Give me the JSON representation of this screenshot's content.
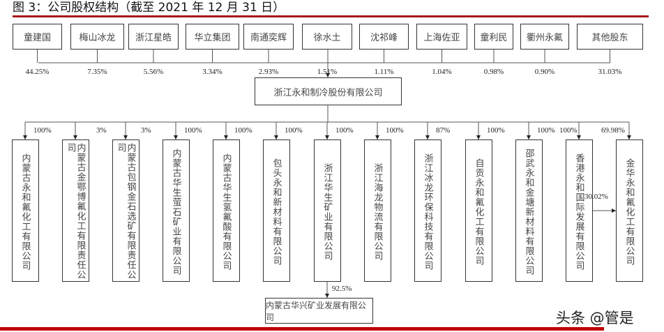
{
  "title": "图 3：公司股权结构（截至 2021 年 12 月 31 日）",
  "shareholders": [
    {
      "name": "童建国",
      "pct": "44.25%"
    },
    {
      "name": "梅山冰龙",
      "pct": "7.35%"
    },
    {
      "name": "浙江星皓",
      "pct": "5.56%"
    },
    {
      "name": "华立集团",
      "pct": "3.34%"
    },
    {
      "name": "南通奕辉",
      "pct": "2.93%"
    },
    {
      "name": "徐水土",
      "pct": "1.51%"
    },
    {
      "name": "沈祁峰",
      "pct": "1.11%"
    },
    {
      "name": "上海佐亚",
      "pct": "1.04%"
    },
    {
      "name": "童利民",
      "pct": "0.98%"
    },
    {
      "name": "衢州永氟",
      "pct": "0.90%"
    },
    {
      "name": "其他股东",
      "pct": "31.03%"
    }
  ],
  "parent": "浙江永和制冷股份有限公司",
  "subsidiaries": [
    {
      "name": "内蒙古永和氟化工有限公司",
      "pct": "100%"
    },
    {
      "name": "内蒙古金鄂博氟化工有限责任公司",
      "pct": "3%"
    },
    {
      "name": "内蒙古包钢金石选矿有限责任公司",
      "pct": "3%"
    },
    {
      "name": "内蒙古华生萤石矿业有限公司",
      "pct": "100%"
    },
    {
      "name": "内蒙古华生氢氟酸有限公司",
      "pct": "100%"
    },
    {
      "name": "包头永和新材料有限公司",
      "pct": "100%"
    },
    {
      "name": "浙江华生矿业有限公司",
      "pct": "100%"
    },
    {
      "name": "浙江海龙物流有限公司",
      "pct": "100%"
    },
    {
      "name": "浙江冰龙环保科技有限公司",
      "pct": "87%"
    },
    {
      "name": "自贡永和氟化工有限公司",
      "pct": "100%"
    },
    {
      "name": "邵武永和金塘新材料有限公司",
      "pct": "100%"
    },
    {
      "name": "香港永和国际发展有限公司",
      "pct": "100%"
    },
    {
      "name": "金华永和氟化工有限公司",
      "pct": "69.98%"
    }
  ],
  "hk_to_jinhua_pct": "30.02%",
  "grandchild": {
    "name": "内蒙古华兴矿业发展有限公司",
    "pct": "92.5%"
  },
  "watermark": "头条 @管是",
  "colors": {
    "accent_red": "#a5191b",
    "line": "#333333"
  }
}
